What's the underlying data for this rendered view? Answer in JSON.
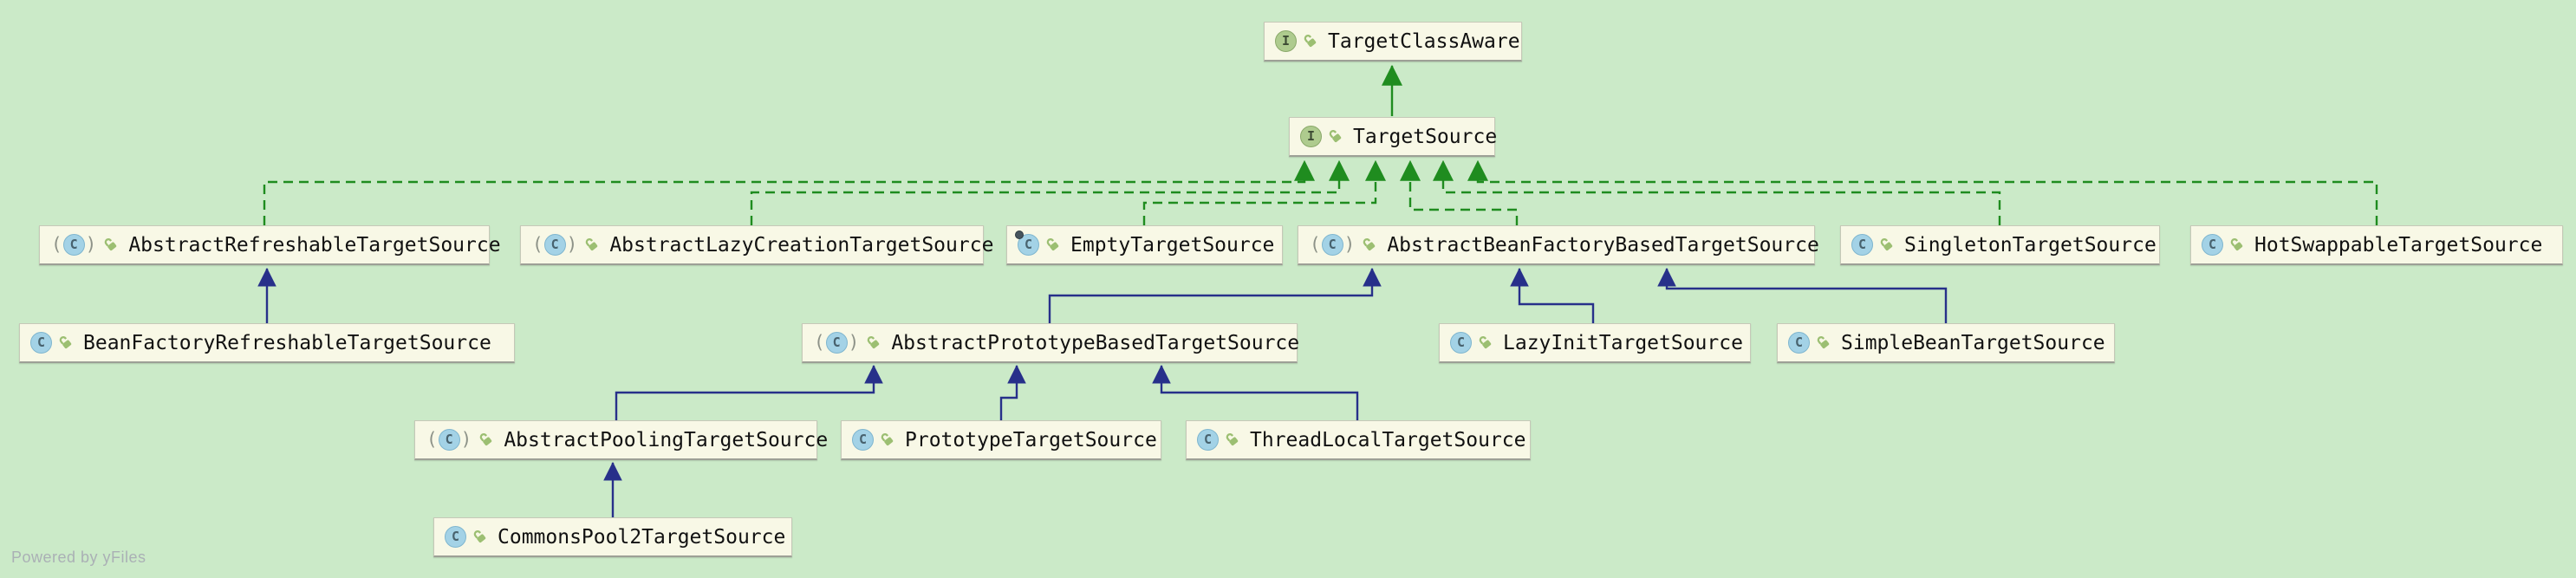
{
  "canvas": {
    "watermark": "Powered by yFiles",
    "background_color": "#cbeac8"
  },
  "icons": {
    "interface_letter": "I",
    "class_letter": "C",
    "paren_open": "(",
    "paren_close": ")",
    "padlock_color": "#9cbf72",
    "interface_circle_color": "#aecb8e",
    "class_circle_color": "#a3d2e6"
  },
  "colors": {
    "node_fill": "#f8f8e6",
    "realization_edge": "#1f8c1f",
    "inheritance_edge": "#27308a"
  },
  "diagram": {
    "nodes": [
      {
        "id": "TargetClassAware",
        "label": "TargetClassAware",
        "kind": "interface"
      },
      {
        "id": "TargetSource",
        "label": "TargetSource",
        "kind": "interface"
      },
      {
        "id": "AbstractRefreshableTargetSource",
        "label": "AbstractRefreshableTargetSource",
        "kind": "abstract-class"
      },
      {
        "id": "AbstractLazyCreationTargetSource",
        "label": "AbstractLazyCreationTargetSource",
        "kind": "abstract-class"
      },
      {
        "id": "EmptyTargetSource",
        "label": "EmptyTargetSource",
        "kind": "final-class"
      },
      {
        "id": "AbstractBeanFactoryBasedTargetSource",
        "label": "AbstractBeanFactoryBasedTargetSource",
        "kind": "abstract-class"
      },
      {
        "id": "SingletonTargetSource",
        "label": "SingletonTargetSource",
        "kind": "class"
      },
      {
        "id": "HotSwappableTargetSource",
        "label": "HotSwappableTargetSource",
        "kind": "class"
      },
      {
        "id": "BeanFactoryRefreshableTargetSource",
        "label": "BeanFactoryRefreshableTargetSource",
        "kind": "class"
      },
      {
        "id": "AbstractPrototypeBasedTargetSource",
        "label": "AbstractPrototypeBasedTargetSource",
        "kind": "abstract-class"
      },
      {
        "id": "LazyInitTargetSource",
        "label": "LazyInitTargetSource",
        "kind": "class"
      },
      {
        "id": "SimpleBeanTargetSource",
        "label": "SimpleBeanTargetSource",
        "kind": "class"
      },
      {
        "id": "AbstractPoolingTargetSource",
        "label": "AbstractPoolingTargetSource",
        "kind": "abstract-class"
      },
      {
        "id": "PrototypeTargetSource",
        "label": "PrototypeTargetSource",
        "kind": "class"
      },
      {
        "id": "ThreadLocalTargetSource",
        "label": "ThreadLocalTargetSource",
        "kind": "class"
      },
      {
        "id": "CommonsPool2TargetSource",
        "label": "CommonsPool2TargetSource",
        "kind": "class"
      }
    ],
    "edges": [
      {
        "from": "TargetSource",
        "to": "TargetClassAware",
        "type": "interface-extends",
        "style": "solid-green"
      },
      {
        "from": "AbstractRefreshableTargetSource",
        "to": "TargetSource",
        "type": "implements",
        "style": "dashed-green"
      },
      {
        "from": "AbstractLazyCreationTargetSource",
        "to": "TargetSource",
        "type": "implements",
        "style": "dashed-green"
      },
      {
        "from": "EmptyTargetSource",
        "to": "TargetSource",
        "type": "implements",
        "style": "dashed-green"
      },
      {
        "from": "AbstractBeanFactoryBasedTargetSource",
        "to": "TargetSource",
        "type": "implements",
        "style": "dashed-green"
      },
      {
        "from": "SingletonTargetSource",
        "to": "TargetSource",
        "type": "implements",
        "style": "dashed-green"
      },
      {
        "from": "HotSwappableTargetSource",
        "to": "TargetSource",
        "type": "implements",
        "style": "dashed-green"
      },
      {
        "from": "BeanFactoryRefreshableTargetSource",
        "to": "AbstractRefreshableTargetSource",
        "type": "extends",
        "style": "solid-navy"
      },
      {
        "from": "AbstractPrototypeBasedTargetSource",
        "to": "AbstractBeanFactoryBasedTargetSource",
        "type": "extends",
        "style": "solid-navy"
      },
      {
        "from": "LazyInitTargetSource",
        "to": "AbstractBeanFactoryBasedTargetSource",
        "type": "extends",
        "style": "solid-navy"
      },
      {
        "from": "SimpleBeanTargetSource",
        "to": "AbstractBeanFactoryBasedTargetSource",
        "type": "extends",
        "style": "solid-navy"
      },
      {
        "from": "AbstractPoolingTargetSource",
        "to": "AbstractPrototypeBasedTargetSource",
        "type": "extends",
        "style": "solid-navy"
      },
      {
        "from": "PrototypeTargetSource",
        "to": "AbstractPrototypeBasedTargetSource",
        "type": "extends",
        "style": "solid-navy"
      },
      {
        "from": "ThreadLocalTargetSource",
        "to": "AbstractPrototypeBasedTargetSource",
        "type": "extends",
        "style": "solid-navy"
      },
      {
        "from": "CommonsPool2TargetSource",
        "to": "AbstractPoolingTargetSource",
        "type": "extends",
        "style": "solid-navy"
      }
    ]
  }
}
